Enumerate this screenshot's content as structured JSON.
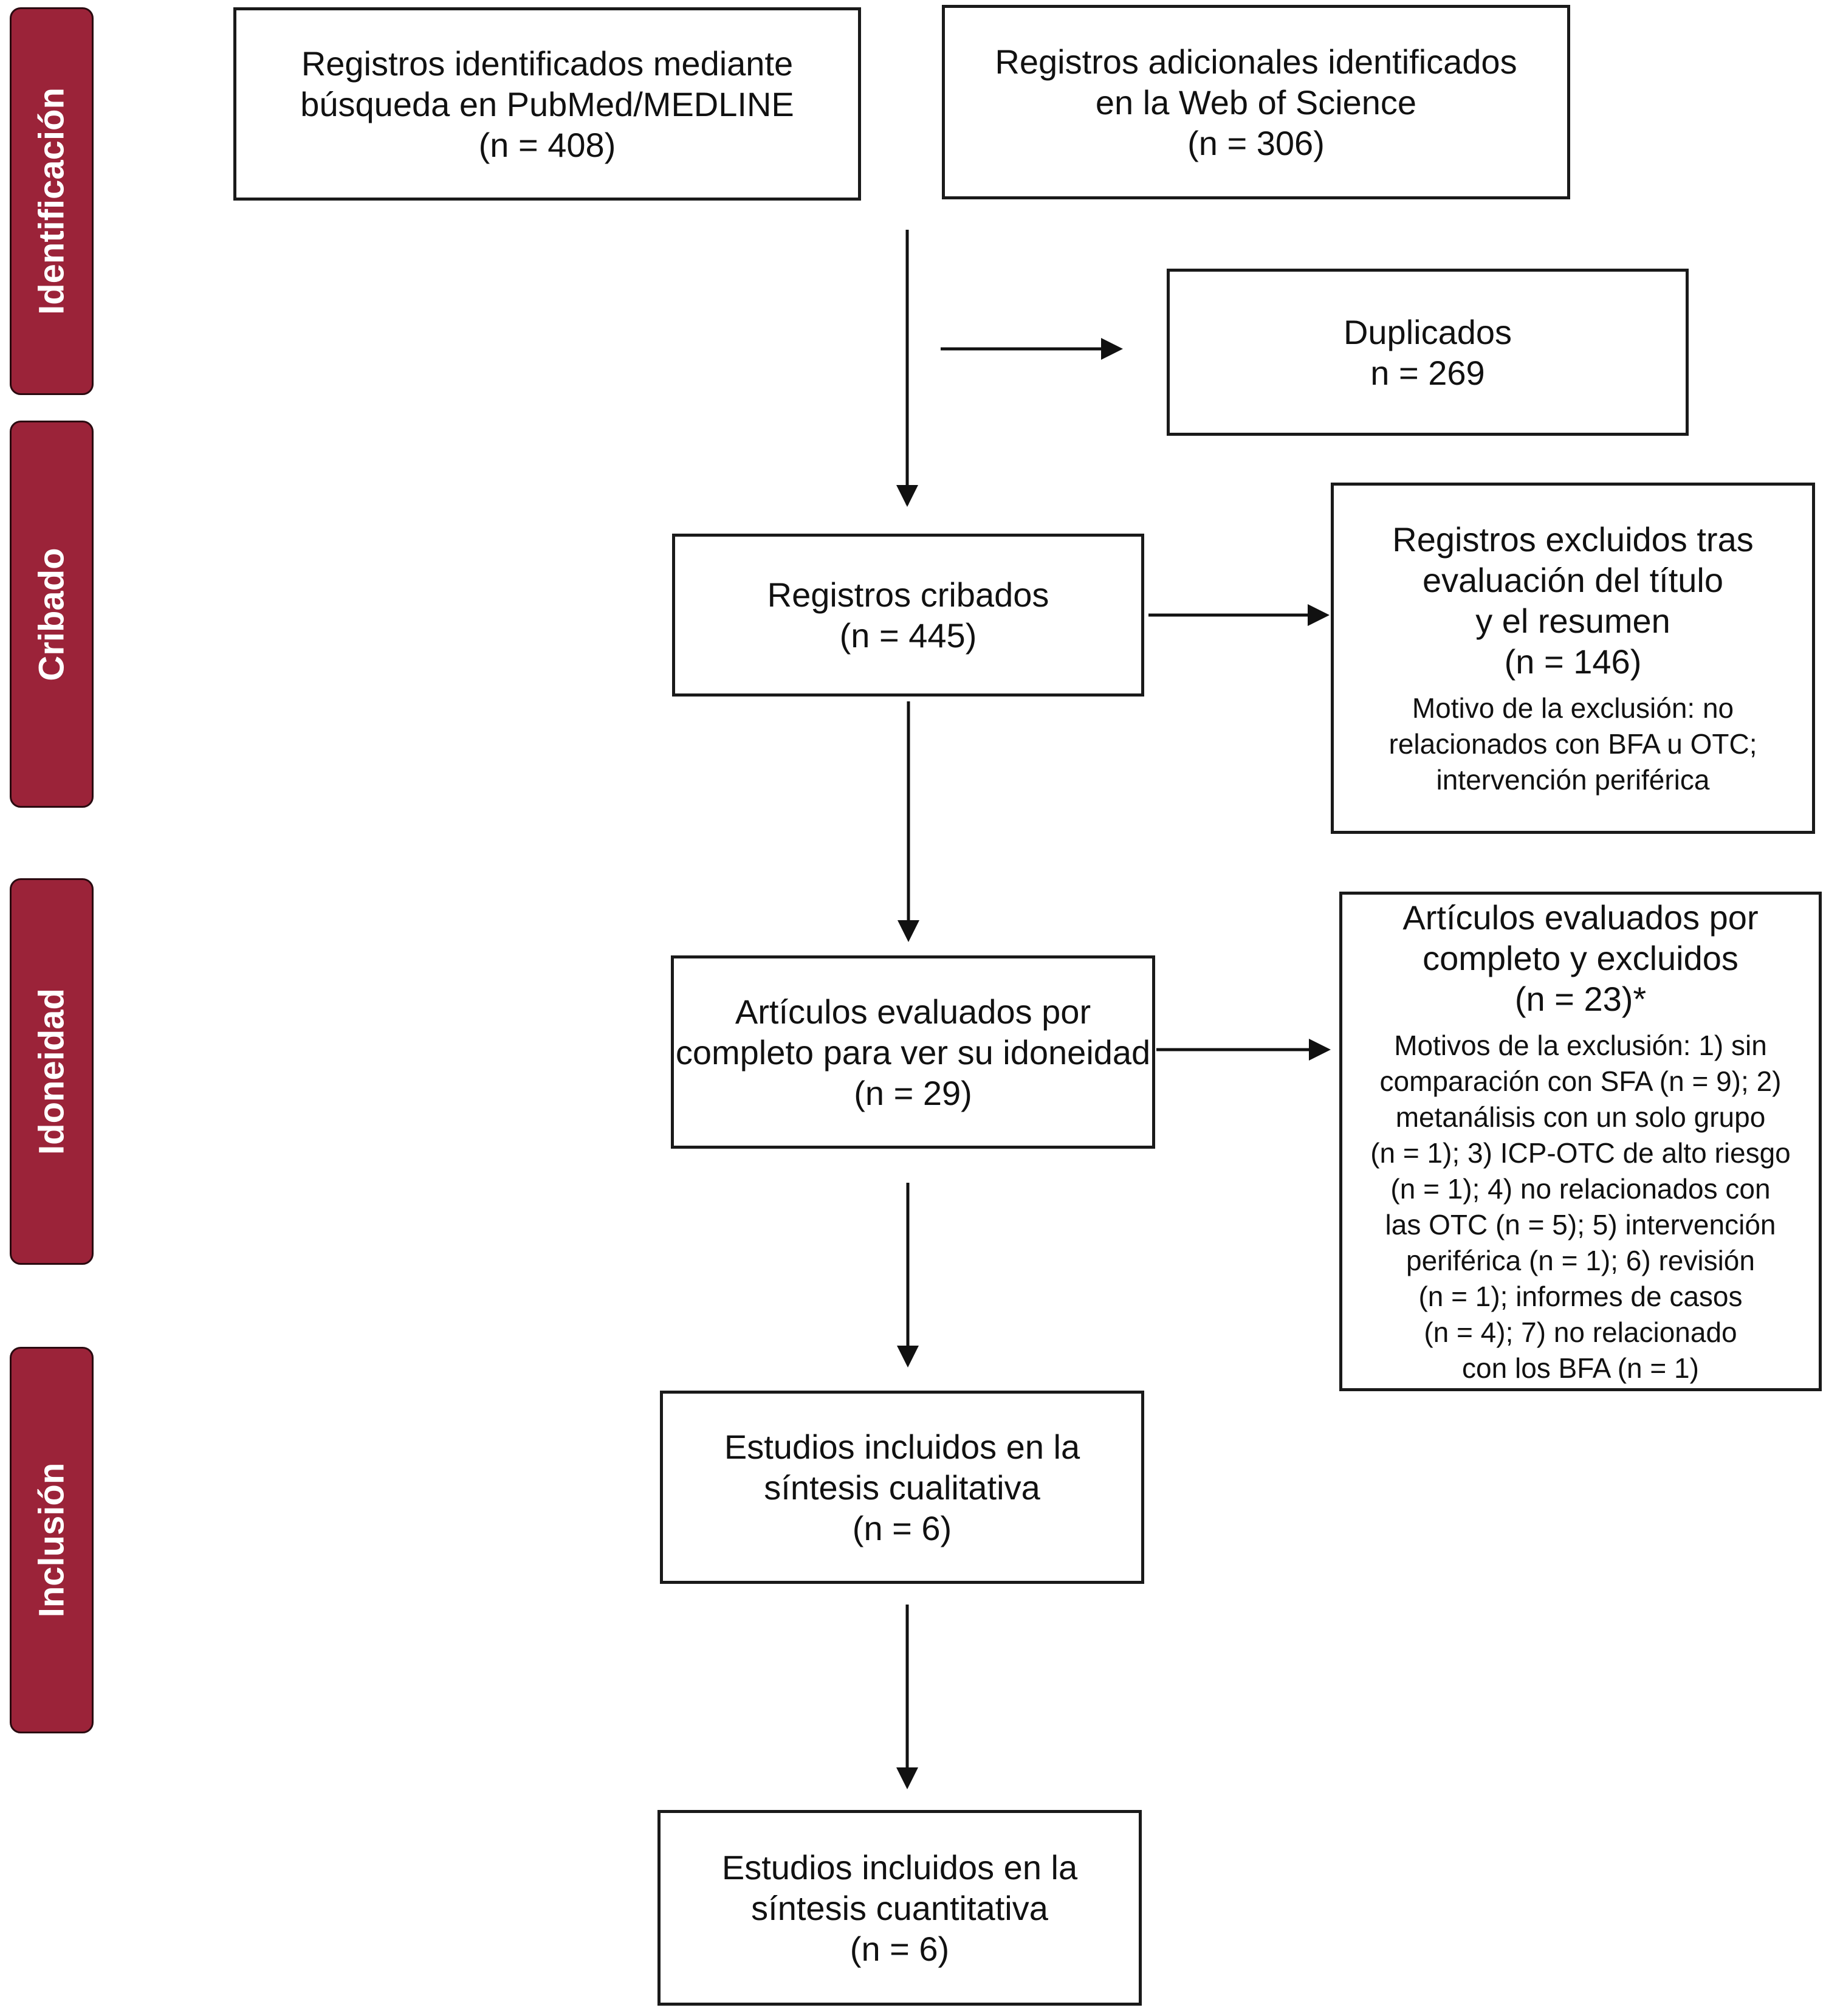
{
  "phases": {
    "identification": "Identificación",
    "screening": "Cribado",
    "eligibility": "Idoneidad",
    "inclusion": "Inclusión"
  },
  "boxes": {
    "pubmed": "Registros identificados mediante\nbúsqueda en PubMed/MEDLINE\n(n = 408)",
    "wos": "Registros adicionales identificados\nen la Web of Science\n(n = 306)",
    "duplicates": "Duplicados\nn = 269",
    "screened": "Registros cribados\n(n = 445)",
    "excluded_title": "Registros excluidos tras\nevaluación del título\ny el resumen\n(n = 146)",
    "excluded_title_reason": "Motivo de la exclusión: no\nrelacionados con BFA u OTC;\nintervención periférica",
    "fulltext": "Artículos evaluados por\ncompleto para ver su idoneidad\n(n = 29)",
    "fulltext_excluded": "Artículos evaluados por\ncompleto y excluidos\n(n = 23)*",
    "fulltext_excluded_reason": "Motivos de la exclusión: 1) sin\ncomparación con SFA (n = 9); 2)\nmetanálisis con un solo grupo\n(n = 1); 3) ICP-OTC de alto riesgo\n(n = 1); 4) no relacionados con\nlas OTC (n = 5); 5) intervención\nperiférica (n = 1); 6) revisión\n(n = 1); informes de casos\n(n = 4); 7) no relacionado\ncon los BFA (n = 1)",
    "qualitative": "Estudios incluidos en la\nsíntesis cualitativa\n(n = 6)",
    "quantitative": "Estudios incluidos en la\nsíntesis cuantitativa\n(n = 6)"
  },
  "colors": {
    "phase_fill": "#9b2339",
    "phase_text": "#ffffff",
    "line": "#111111"
  }
}
